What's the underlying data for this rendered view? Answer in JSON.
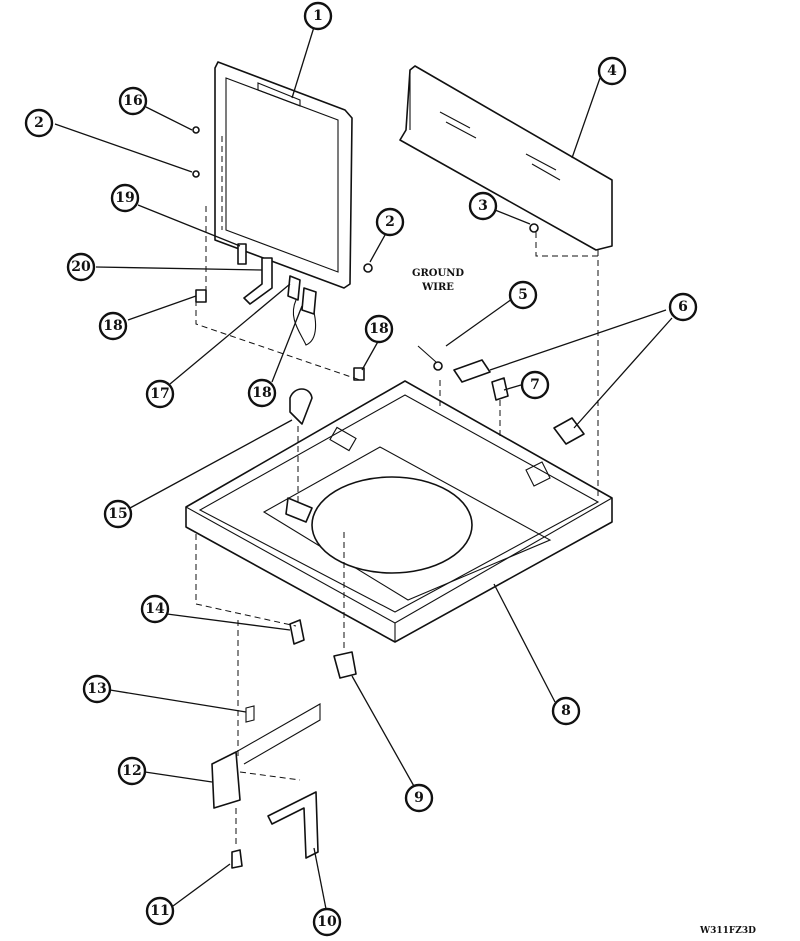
{
  "callouts": [
    {
      "id": "c1",
      "label": "1"
    },
    {
      "id": "c2a",
      "label": "2"
    },
    {
      "id": "c2b",
      "label": "2"
    },
    {
      "id": "c3",
      "label": "3"
    },
    {
      "id": "c4",
      "label": "4"
    },
    {
      "id": "c5",
      "label": "5"
    },
    {
      "id": "c6",
      "label": "6"
    },
    {
      "id": "c7",
      "label": "7"
    },
    {
      "id": "c8",
      "label": "8"
    },
    {
      "id": "c9",
      "label": "9"
    },
    {
      "id": "c10",
      "label": "10"
    },
    {
      "id": "c11",
      "label": "11"
    },
    {
      "id": "c12",
      "label": "12"
    },
    {
      "id": "c13",
      "label": "13"
    },
    {
      "id": "c14",
      "label": "14"
    },
    {
      "id": "c15",
      "label": "15"
    },
    {
      "id": "c16",
      "label": "16"
    },
    {
      "id": "c17",
      "label": "17"
    },
    {
      "id": "c18a",
      "label": "18"
    },
    {
      "id": "c18b",
      "label": "18"
    },
    {
      "id": "c18c",
      "label": "18"
    },
    {
      "id": "c19",
      "label": "19"
    },
    {
      "id": "c20",
      "label": "20"
    }
  ],
  "annotations": {
    "ground_wire_line1": "GROUND",
    "ground_wire_line2": "WIRE",
    "drawing_code": "W311FZ3D"
  }
}
